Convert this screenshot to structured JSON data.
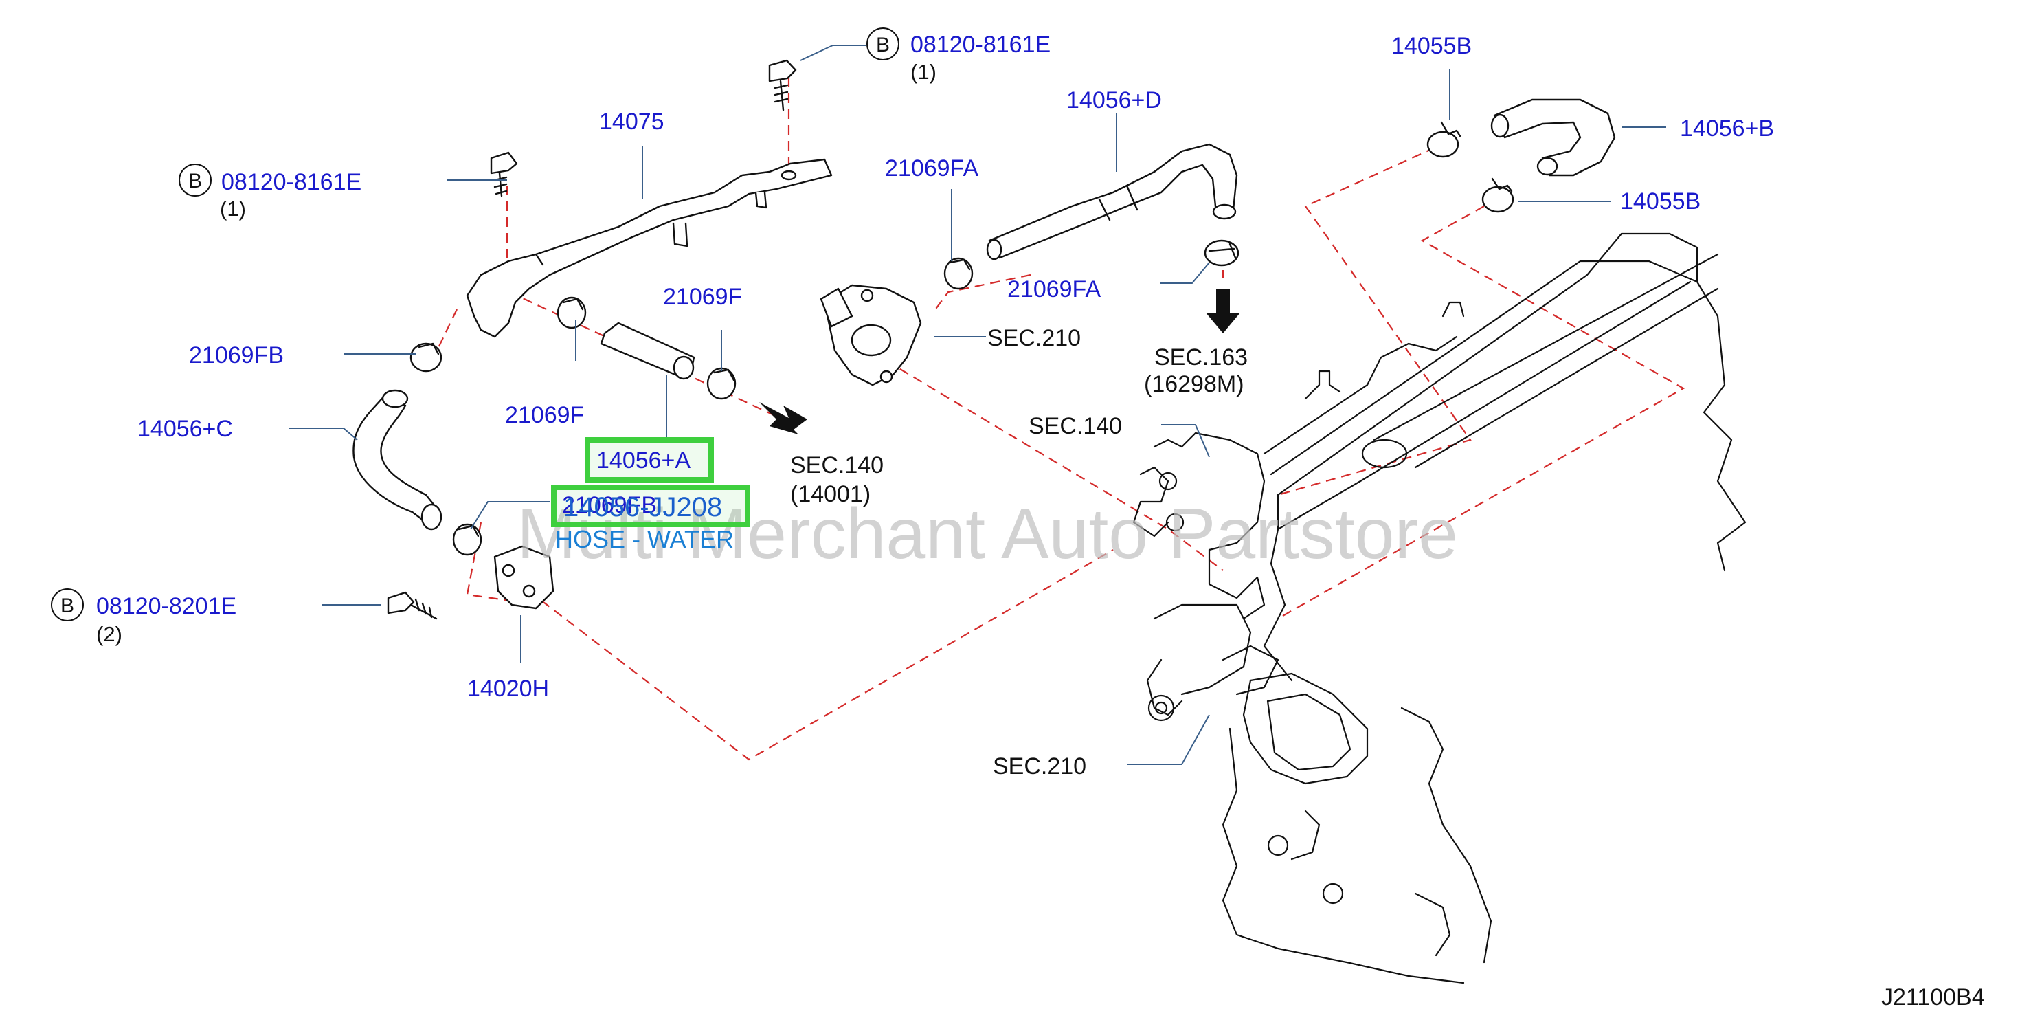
{
  "watermark": "Multi Merchant Auto Partstore",
  "drawing_number": "J21100B4",
  "highlight": {
    "part_label": "14056+A",
    "overlay_text": "21069FB",
    "part_number": "14056-JJ208",
    "description": "HOSE - WATER"
  },
  "bolts": [
    {
      "marker": "B",
      "part": "08120-8161E",
      "qty": "(1)"
    },
    {
      "marker": "B",
      "part": "08120-8161E",
      "qty": "(1)"
    },
    {
      "marker": "B",
      "part": "08120-8201E",
      "qty": "(2)"
    }
  ],
  "part_labels": {
    "p14075": "14075",
    "p21069fb_top": "21069FB",
    "p14056c": "14056+C",
    "p21069f_mid": "21069F",
    "p21069f_right": "21069F",
    "p14020h": "14020H",
    "p21069fa_top": "21069FA",
    "p21069fa_bot": "21069FA",
    "p14056d": "14056+D",
    "p14055b_top": "14055B",
    "p14056b": "14056+B",
    "p14055b_bot": "14055B"
  },
  "section_refs": {
    "sec210_top": "SEC.210",
    "sec163": "SEC.163",
    "sec163_sub": "(16298M)",
    "sec140_left": "SEC.140",
    "sec140_left_sub": "(14001)",
    "sec140_right": "SEC.140",
    "sec210_bottom": "SEC.210"
  },
  "colors": {
    "part_number_text": "#1a1acc",
    "dashed_guides": "#d42a2a",
    "highlight_border": "#3ecf3e",
    "leader_lines": "#3a5f8a"
  }
}
